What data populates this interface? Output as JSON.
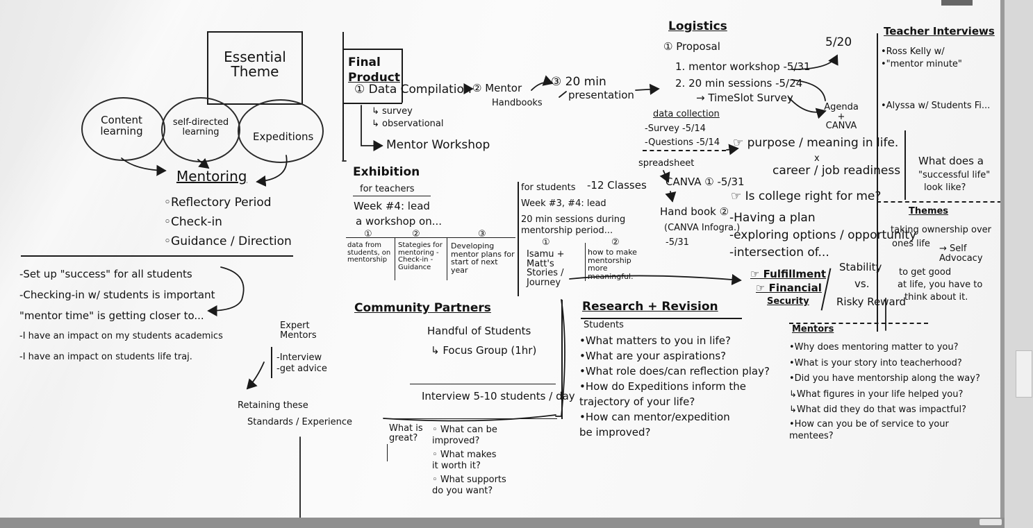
{
  "essential_theme": {
    "title": "Essential Theme"
  },
  "pillars": [
    "Content learning",
    "self-directed learning",
    "Expeditions"
  ],
  "mentoring": {
    "title": "Mentoring",
    "items": [
      "Reflectory Period",
      "Check-in",
      "Guidance / Direction"
    ]
  },
  "goals": {
    "items": [
      "-Set up \"success\" for all students",
      "-Checking-in w/ students is important",
      "\"mentor time\" is getting closer to...",
      "-I have an impact on my students academics",
      "-I have an impact on students life traj."
    ]
  },
  "expert_mentors": {
    "title": "Expert Mentors",
    "items": [
      "-Interview",
      "-get advice"
    ]
  },
  "retaining": {
    "line1": "Retaining these",
    "line2": "Standards / Experience"
  },
  "final_product": {
    "title_line1": "Final",
    "title_line2": "Product",
    "step1": "① Data Compilation",
    "step1_subs": [
      "↳ survey",
      "↳ observational"
    ],
    "step1_next": "Mentor Workshop",
    "step2_line1": "② Mentor",
    "step2_line2": "Handbooks",
    "step3_line1": "③ 20 min",
    "step3_line2": "presentation"
  },
  "exhibition": {
    "title": "Exhibition",
    "teachers": {
      "label": "for teachers",
      "text_line1": "Week #4: lead",
      "text_line2": "a workshop on...",
      "cols": [
        {
          "num": "①",
          "text": "data from students, on mentorship"
        },
        {
          "num": "②",
          "text": "Stategies for mentoring -Check-in -Guidance"
        },
        {
          "num": "③",
          "text": "Developing mentor plans for start of next year"
        }
      ]
    },
    "students": {
      "label": "for students",
      "count": "-12 Classes",
      "text_line1": "Week #3, #4: lead",
      "text_line2": "20 min sessions during",
      "text_line3": "mentorship period...",
      "cols": [
        {
          "num": "①",
          "text": "Isamu + Matt's Stories / Journey"
        },
        {
          "num": "②",
          "text": "how to make mentorship more meaningful."
        }
      ]
    }
  },
  "community": {
    "title": "Community Partners",
    "line1": "Handful of Students",
    "line2": "↳ Focus Group (1hr)",
    "interview": "Interview 5-10 students / day",
    "great_label": "What is great?",
    "questions": [
      "What can be improved?",
      "What makes it worth it?",
      "What supports do you want?"
    ]
  },
  "logistics": {
    "title": "Logistics",
    "proposal": "① Proposal",
    "proposal_date": "5/20",
    "items": [
      "1. mentor workshop -5/31",
      "2. 20 min sessions -5/24"
    ],
    "timeslot": "→ TimeSlot Survey",
    "agenda": "Agenda + CANVA",
    "data_collection": {
      "title": "data collection",
      "items": [
        "-Survey -5/14",
        "-Questions -5/14"
      ]
    },
    "spreadsheet": "spreadsheet",
    "canva": "CANVA ① -5/31",
    "handbook_line1": "Hand book ②",
    "handbook_line2": "(CANVA Infogra.)",
    "handbook_line3": "-5/31"
  },
  "purpose": {
    "line1": "☞ purpose / meaning in life.",
    "x": "x",
    "line2": "career / job readiness",
    "college": "☞ Is college right for me?",
    "items": [
      "-Having a plan",
      "-exploring options / opportunity",
      "-intersection of..."
    ],
    "fulfillment": "☞ Fulfillment",
    "financial_line1": "☞ Financial",
    "financial_line2": "Security",
    "stability_line1": "Stability",
    "stability_line2": "vs.",
    "stability_line3": "Risky Reward"
  },
  "research": {
    "title": "Research + Revision",
    "students_label": "Students",
    "questions": [
      "•What matters to you in life?",
      "•What are your aspirations?",
      "•What role does/can reflection play?",
      "•How do Expeditions inform the trajectory of your life?",
      "•How can mentor/expedition be improved?"
    ]
  },
  "teacher_interviews": {
    "title": "Teacher Interviews",
    "items": [
      "•Ross Kelly w/",
      "•\"mentor minute\"",
      "•Alyssa w/ Students Fi..."
    ]
  },
  "successful_life": {
    "line1": "What does a",
    "line2": "\"successful life\"",
    "line3": "look like?"
  },
  "themes": {
    "title": "Themes",
    "line1": "taking ownership over",
    "line2": "ones life",
    "arrow": "→ Self Advocacy",
    "line3": "to get good",
    "line4": "at life, you have to",
    "line5": "think about it."
  },
  "mentors": {
    "label": "Mentors",
    "questions": [
      "•Why does mentoring matter to you?",
      "•What is your story into teacherhood?",
      "•Did you have mentorship along the way?",
      "↳What figures in your life helped you?",
      "↳What did they do that was impactful?",
      "•How can you be of service to your mentees?"
    ]
  }
}
